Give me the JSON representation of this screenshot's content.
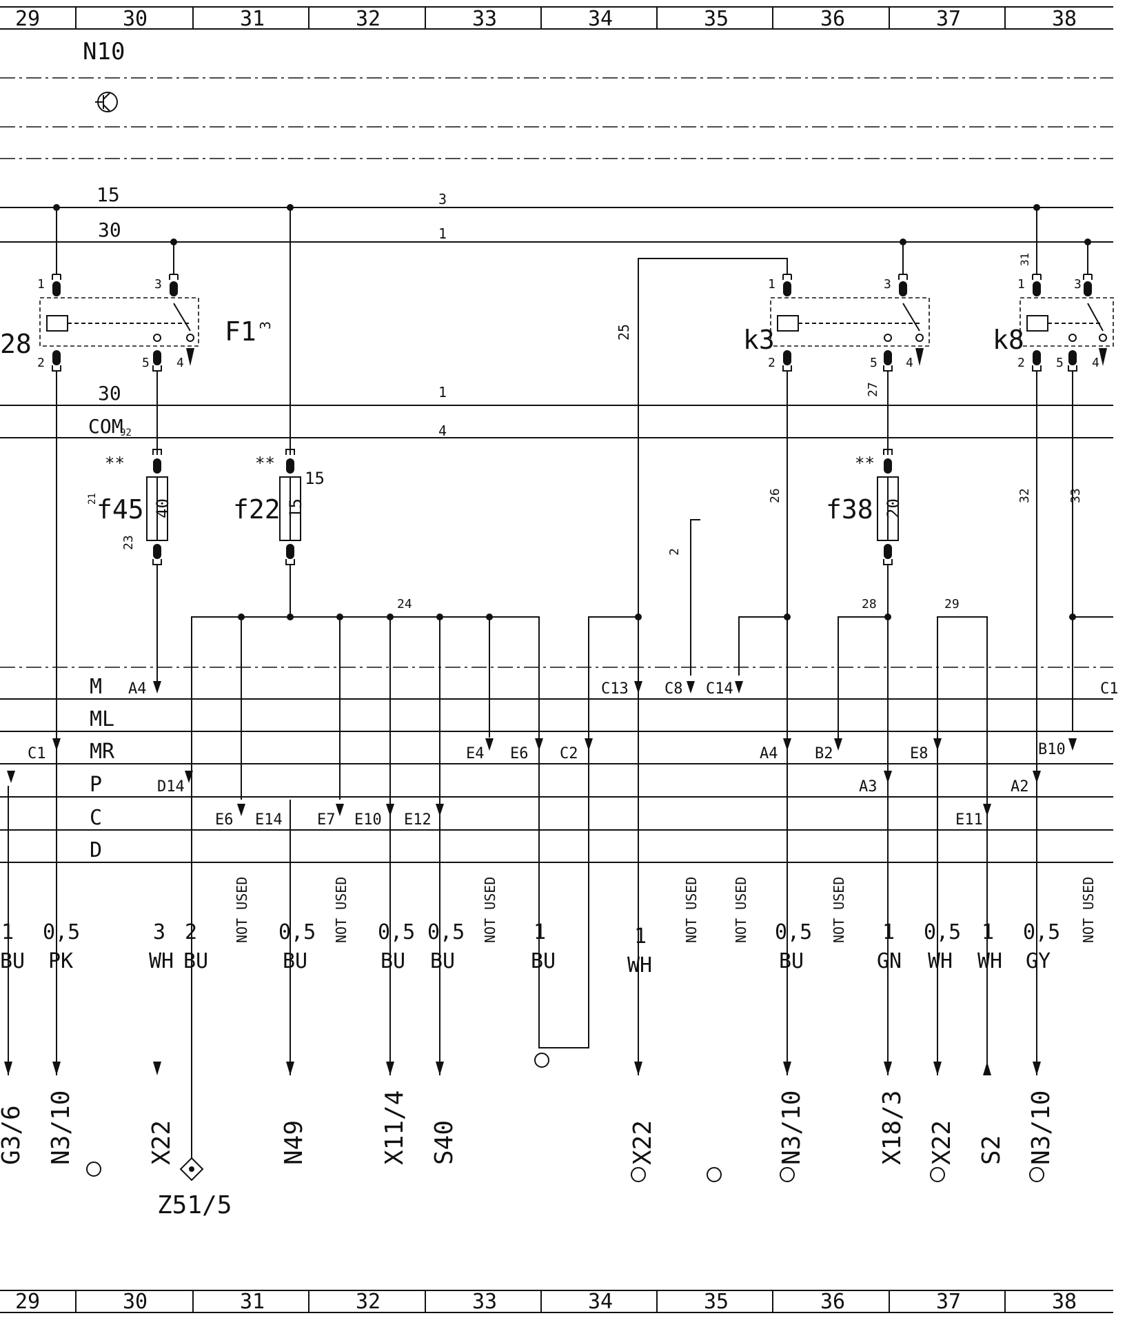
{
  "ruler": {
    "top": [
      "29",
      "30",
      "31",
      "32",
      "33",
      "34",
      "35",
      "36",
      "37",
      "38"
    ],
    "bottom": [
      "29",
      "30",
      "31",
      "32",
      "33",
      "34",
      "35",
      "36",
      "37",
      "38"
    ]
  },
  "header_component": "N10",
  "bus_labels": {
    "t15": "15",
    "t30_top": "30",
    "t30_mid": "30",
    "com": "COM",
    "com_sub": "92",
    "wire_3": "3",
    "wire_1_top": "1",
    "wire_1_mid": "1",
    "wire_4": "4"
  },
  "relays": {
    "left": {
      "name": "28",
      "pins": [
        "1",
        "2",
        "3",
        "4",
        "5"
      ]
    },
    "F1": {
      "name": "F1"
    },
    "k3": {
      "name": "k3",
      "pins": [
        "1",
        "2",
        "3",
        "4",
        "5"
      ]
    },
    "k8": {
      "name": "k8",
      "pins": [
        "1",
        "2",
        "3",
        "4",
        "5"
      ],
      "extra": "31"
    }
  },
  "fuses": {
    "f45": {
      "name": "f45",
      "rating": "40",
      "mark": "**",
      "prefix": "21"
    },
    "f22": {
      "name": "f22",
      "rating": "15",
      "mark": "**",
      "side": "15"
    },
    "f38": {
      "name": "f38",
      "rating": "20",
      "mark": "**"
    }
  },
  "wire_numbers": {
    "w3": "3",
    "w25": "25",
    "w26": "26",
    "w27": "27",
    "w23": "23",
    "w2": "2",
    "w24": "24",
    "w28": "28",
    "w29": "29",
    "w32": "32",
    "w33": "33"
  },
  "harness_rows": [
    "M",
    "ML",
    "MR",
    "P",
    "C",
    "D"
  ],
  "connectors": {
    "A4": "A4",
    "C13": "C13",
    "C8": "C8",
    "C14": "C14",
    "C1r": "C1",
    "C1": "C1",
    "E4": "E4",
    "E6a": "E6",
    "C2": "C2",
    "A4b": "A4",
    "B2": "B2",
    "E8": "E8",
    "B10": "B10",
    "D14": "D14",
    "A3": "A3",
    "A2": "A2",
    "E6b": "E6",
    "E14": "E14",
    "E7": "E7",
    "E10": "E10",
    "E12": "E12",
    "E11": "E11"
  },
  "wires": [
    {
      "size": "1",
      "color": "BU"
    },
    {
      "size": "0,5",
      "color": "PK"
    },
    {
      "size": "3",
      "color": "WH"
    },
    {
      "size": "2",
      "color": "BU"
    },
    {
      "size": "0,5",
      "color": "BU"
    },
    {
      "size": "0,5",
      "color": "BU"
    },
    {
      "size": "0,5",
      "color": "BU"
    },
    {
      "size": "1",
      "color": "BU"
    },
    {
      "size": "1",
      "color": "WH"
    },
    {
      "size": "0,5",
      "color": "BU"
    },
    {
      "size": "1",
      "color": "GN"
    },
    {
      "size": "0,5",
      "color": "WH"
    },
    {
      "size": "1",
      "color": "WH"
    },
    {
      "size": "0,5",
      "color": "GY"
    }
  ],
  "not_used": "NOT USED",
  "destinations": {
    "d0": "G3/6",
    "d1": "N3/10",
    "d2": "X22",
    "d3": "N49",
    "d4": "X11/4",
    "d5": "S40",
    "d6": "X22",
    "d7": "N3/10",
    "d8": "X18/3",
    "d9": "X22",
    "d10": "S2",
    "d11": "N3/10"
  },
  "ground": "Z51/5"
}
